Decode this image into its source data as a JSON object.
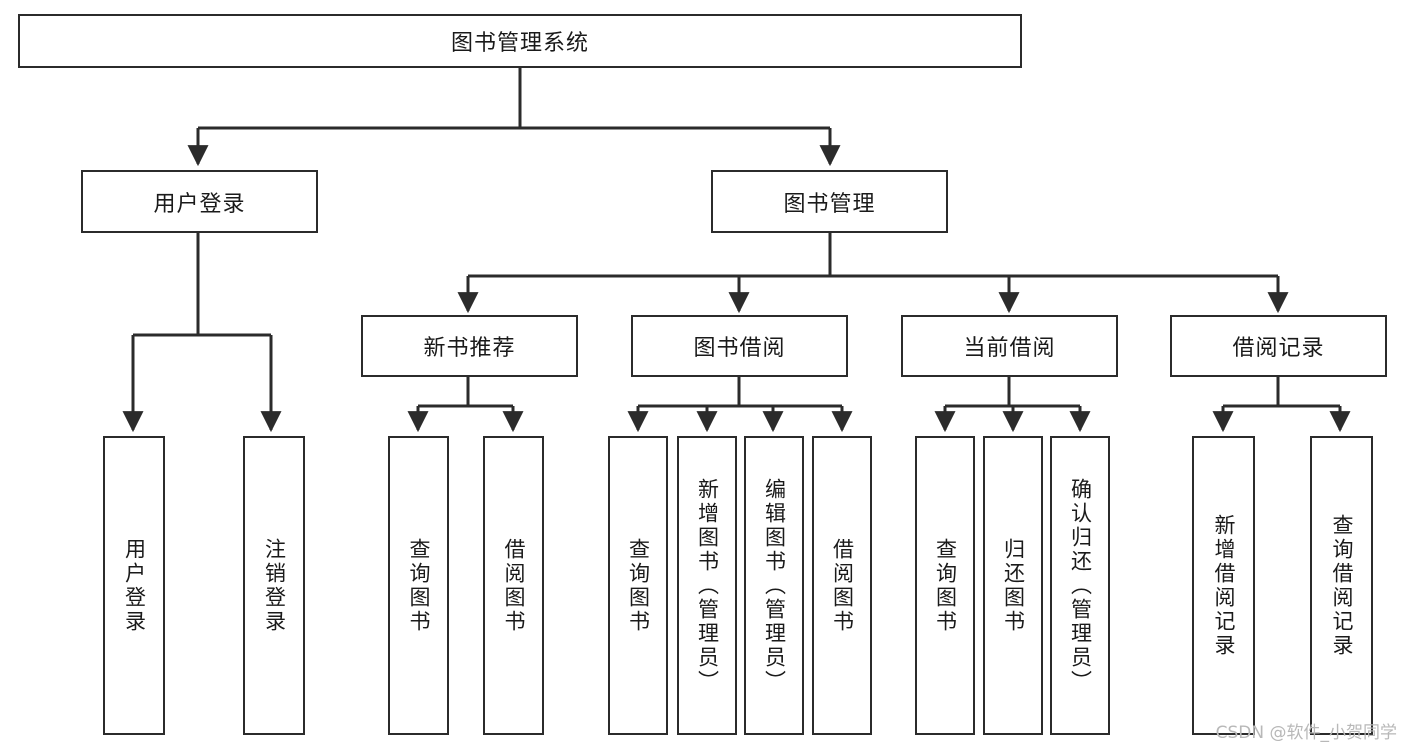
{
  "diagram": {
    "title": "图书管理系统",
    "type": "hierarchy-tree",
    "orientation": "top-down",
    "colors": {
      "box_border": "#2b2b2b",
      "box_fill": "#ffffff",
      "edge": "#2b2b2b",
      "text": "#1a1a1a",
      "watermark": "#b8b8b8",
      "background": "#ffffff"
    },
    "levels": {
      "root": {
        "label": "图书管理系统"
      },
      "level2": [
        {
          "label": "用户登录"
        },
        {
          "label": "图书管理"
        }
      ],
      "level3": [
        {
          "label": "新书推荐"
        },
        {
          "label": "图书借阅"
        },
        {
          "label": "当前借阅"
        },
        {
          "label": "借阅记录"
        }
      ],
      "leaves": {
        "user_login": [
          {
            "label": "用户登录"
          },
          {
            "label": "注销登录"
          }
        ],
        "new_book_recommend": [
          {
            "label": "查询图书"
          },
          {
            "label": "借阅图书"
          }
        ],
        "book_borrow": [
          {
            "label": "查询图书"
          },
          {
            "label": "新增图书（管理员）"
          },
          {
            "label": "编辑图书（管理员）"
          },
          {
            "label": "借阅图书"
          }
        ],
        "current_borrow": [
          {
            "label": "查询图书"
          },
          {
            "label": "归还图书"
          },
          {
            "label": "确认归还（管理员）"
          }
        ],
        "borrow_record": [
          {
            "label": "新增借阅记录"
          },
          {
            "label": "查询借阅记录"
          }
        ]
      }
    }
  },
  "watermark": {
    "text": "CSDN @软件_小贺同学"
  }
}
